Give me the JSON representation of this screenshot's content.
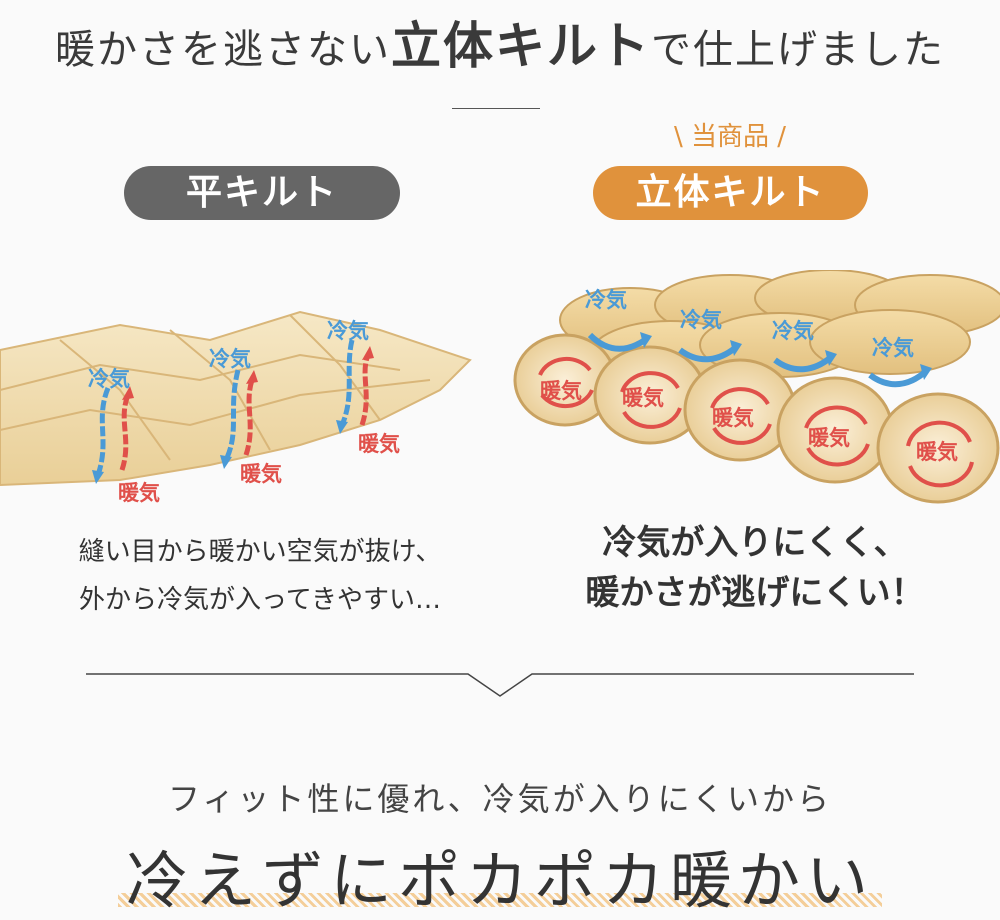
{
  "header": {
    "title_part1": "暖かさを逃さない",
    "title_part2": "立体キルト",
    "title_part3": "で仕上げました",
    "our_product": "\\ 当商品 /"
  },
  "left": {
    "label": "平キルト",
    "cold_air": "冷気",
    "warm_air": "暖気",
    "description_line1": "縫い目から暖かい空気が抜け、",
    "description_line2": "外から冷気が入ってきやすい…"
  },
  "right": {
    "label": "立体キルト",
    "cold_air": "冷気",
    "warm_air": "暖気",
    "description_line1": "冷気が入りにくく、",
    "description_line2": "暖かさが逃げにくい！"
  },
  "footer": {
    "subheading": "フィット性に優れ、冷気が入りにくいから",
    "headline": "冷えずにポカポカ暖かい"
  },
  "colors": {
    "accent_orange": "#e0923c",
    "gray_pill": "#666666",
    "cold_blue": "#4a9ad6",
    "warm_red": "#e0504a",
    "quilt_fill": "#f3dfb0"
  }
}
